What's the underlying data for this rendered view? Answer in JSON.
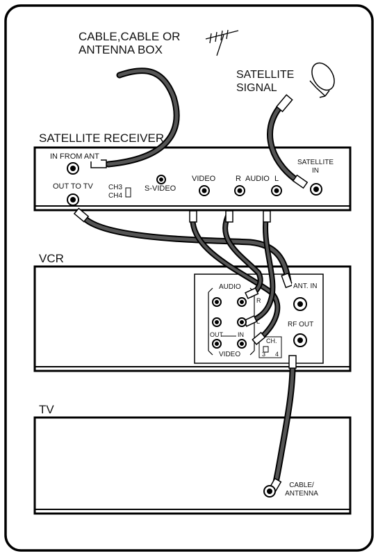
{
  "top": {
    "source_line1": "CABLE,CABLE OR",
    "source_line2": "ANTENNA BOX",
    "satellite_line1": "SATELLITE",
    "satellite_line2": "SIGNAL"
  },
  "satellite_receiver": {
    "title": "SATELLITE RECEIVER",
    "in_from_ant": "IN FROM ANT",
    "out_to_tv": "OUT TO TV",
    "ch3": "CH3",
    "ch4": "CH4",
    "svideo": "S-VIDEO",
    "video": "VIDEO",
    "r": "R",
    "audio": "AUDIO",
    "l": "L",
    "satellite_in_line1": "SATELLITE",
    "satellite_in_line2": "IN"
  },
  "vcr": {
    "title": "VCR",
    "audio": "AUDIO",
    "ant_in": "ANT. IN",
    "r": "R",
    "l": "L",
    "out": "OUT",
    "in": "IN",
    "video": "VIDEO",
    "rf_out": "RF OUT",
    "ch": "CH.",
    "ch3": "3",
    "ch4": "4"
  },
  "tv": {
    "title": "TV",
    "cable_antenna_line1": "CABLE/",
    "cable_antenna_line2": "ANTENNA"
  }
}
